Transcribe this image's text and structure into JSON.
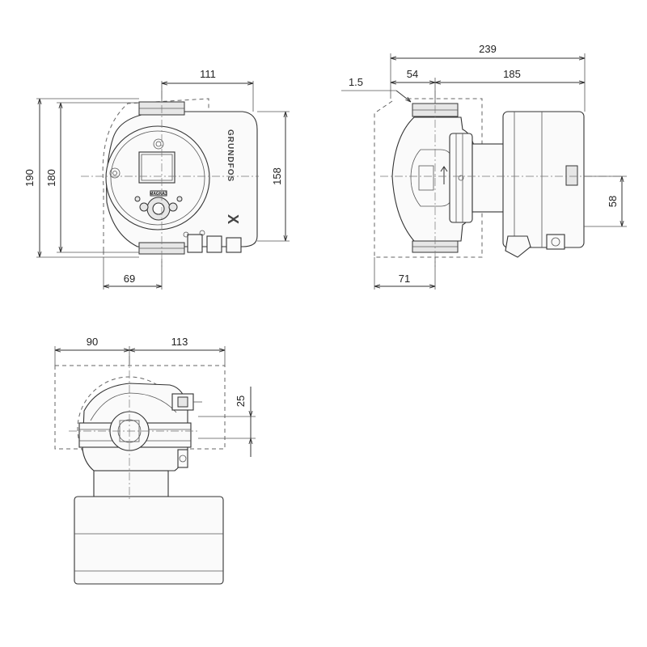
{
  "front_view": {
    "dims": {
      "width_right": "111",
      "height_outer": "190",
      "height_inner": "180",
      "flange_height": "158",
      "left_offset": "69"
    },
    "brand": "GRUNDFOS",
    "brand_mark": "X",
    "panel_label": "MAGNA3"
  },
  "side_view": {
    "dims": {
      "overall_length": "239",
      "front_length": "54",
      "motor_length": "185",
      "gap": "1.5",
      "port_offset": "58",
      "rear_offset": "71"
    }
  },
  "top_view": {
    "dims": {
      "left_width": "90",
      "right_width": "113",
      "offset": "25"
    }
  }
}
